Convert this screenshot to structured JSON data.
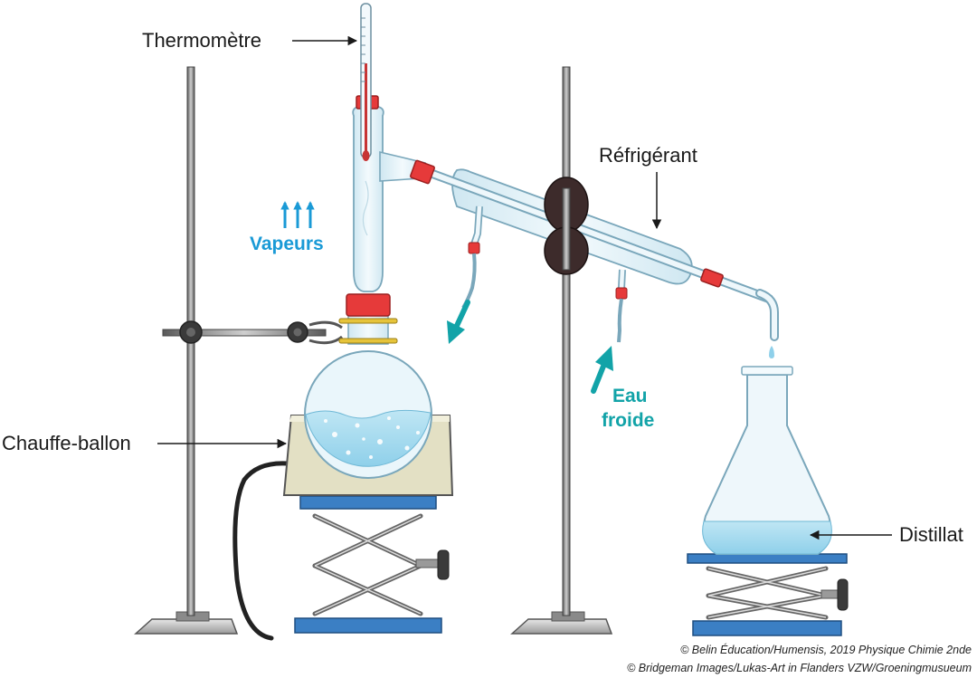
{
  "labels": {
    "thermometre": "Thermomètre",
    "refrigerant": "Réfrigérant",
    "vapeurs": "Vapeurs",
    "eau_froide_1": "Eau",
    "eau_froide_2": "froide",
    "chauffe_ballon": "Chauffe-ballon",
    "distillat": "Distillat"
  },
  "credits": {
    "line1": "© Belin Éducation/Humensis, 2019 Physique Chimie 2nde",
    "line2": "© Bridgeman Images/Lukas-Art in Flanders VZW/Groeningmusueum"
  },
  "colors": {
    "accent_blue": "#1a9ad6",
    "water_arrow": "#12a3a8",
    "stopper_red": "#e63a3a",
    "jack_blue": "#3b7fc4",
    "glass": "#dff0f7",
    "liquid": "#a9dcef",
    "heater": "#e3e0c4"
  },
  "icons": {
    "vapeurs_arrows": "arrow-up-icon",
    "water_out": "arrow-down-left-icon",
    "water_in": "arrow-up-right-icon"
  }
}
